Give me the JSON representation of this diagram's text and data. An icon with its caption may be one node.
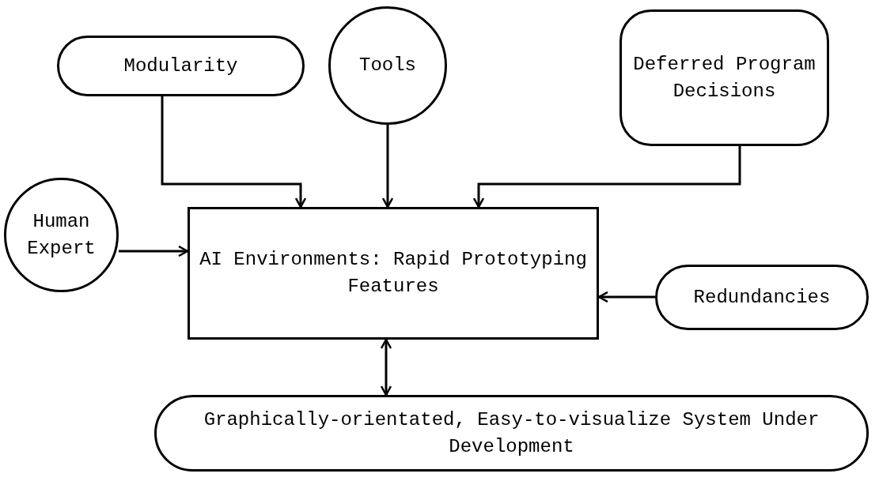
{
  "diagram": {
    "nodes": [
      {
        "text": [
          "Modularity"
        ]
      },
      {
        "text": [
          "Tools"
        ]
      },
      {
        "text": [
          "Deferred Program Decisions"
        ]
      },
      {
        "text": [
          "Human Expert"
        ]
      },
      {
        "text": [
          "AI Environments: Rapid Prototyping Features"
        ]
      },
      {
        "text": [
          "Redundancies"
        ]
      },
      {
        "text": [
          "Graphically-orientated, Easy-to-visualize System Under Development"
        ]
      }
    ],
    "edges": [
      {
        "from": 0,
        "to": 4,
        "arrow": "to"
      },
      {
        "from": 1,
        "to": 4,
        "arrow": "to"
      },
      {
        "from": 2,
        "to": 4,
        "arrow": "to"
      },
      {
        "from": 3,
        "to": 4,
        "arrow": "to"
      },
      {
        "from": 5,
        "to": 4,
        "arrow": "to"
      },
      {
        "from": 4,
        "to": 6,
        "arrow": "both"
      }
    ]
  }
}
